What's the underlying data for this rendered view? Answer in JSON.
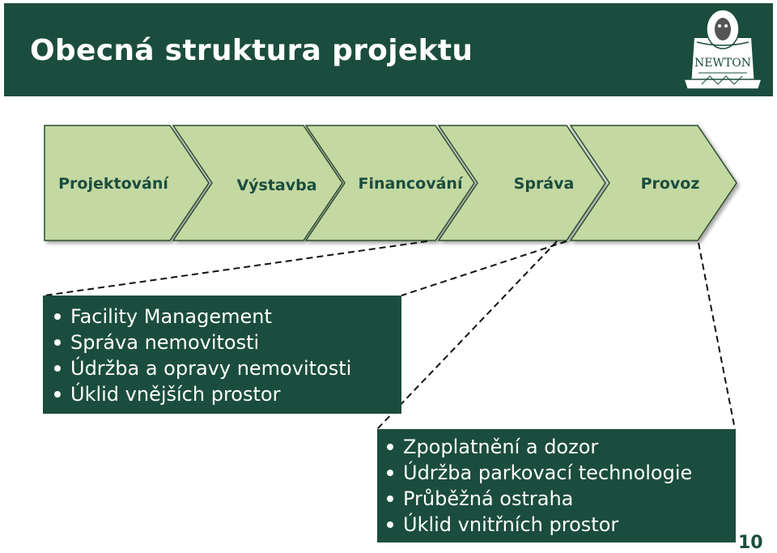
{
  "header": {
    "title": "Obecná struktura projektu",
    "logo_text": "NEWTON"
  },
  "phases": [
    {
      "label": "Projektování"
    },
    {
      "label": "Výstavba"
    },
    {
      "label": "Financování"
    },
    {
      "label": "Správa"
    },
    {
      "label": "Provoz"
    }
  ],
  "facility_box": {
    "items": [
      "Facility Management",
      "Správa nemovitosti",
      "Údržba a opravy nemovitosti",
      "Úklid vnějších prostor"
    ]
  },
  "operations_box": {
    "items": [
      "Zpoplatnění a dozor",
      "Údržba parkovací technologie",
      "Průběžná ostraha",
      "Úklid vnitřních prostor"
    ]
  },
  "page_number": "10",
  "colors": {
    "dark_green": "#1b4d3e",
    "chevron_fill": "#c4d8a2",
    "chevron_stroke": "#2f4f2f"
  }
}
